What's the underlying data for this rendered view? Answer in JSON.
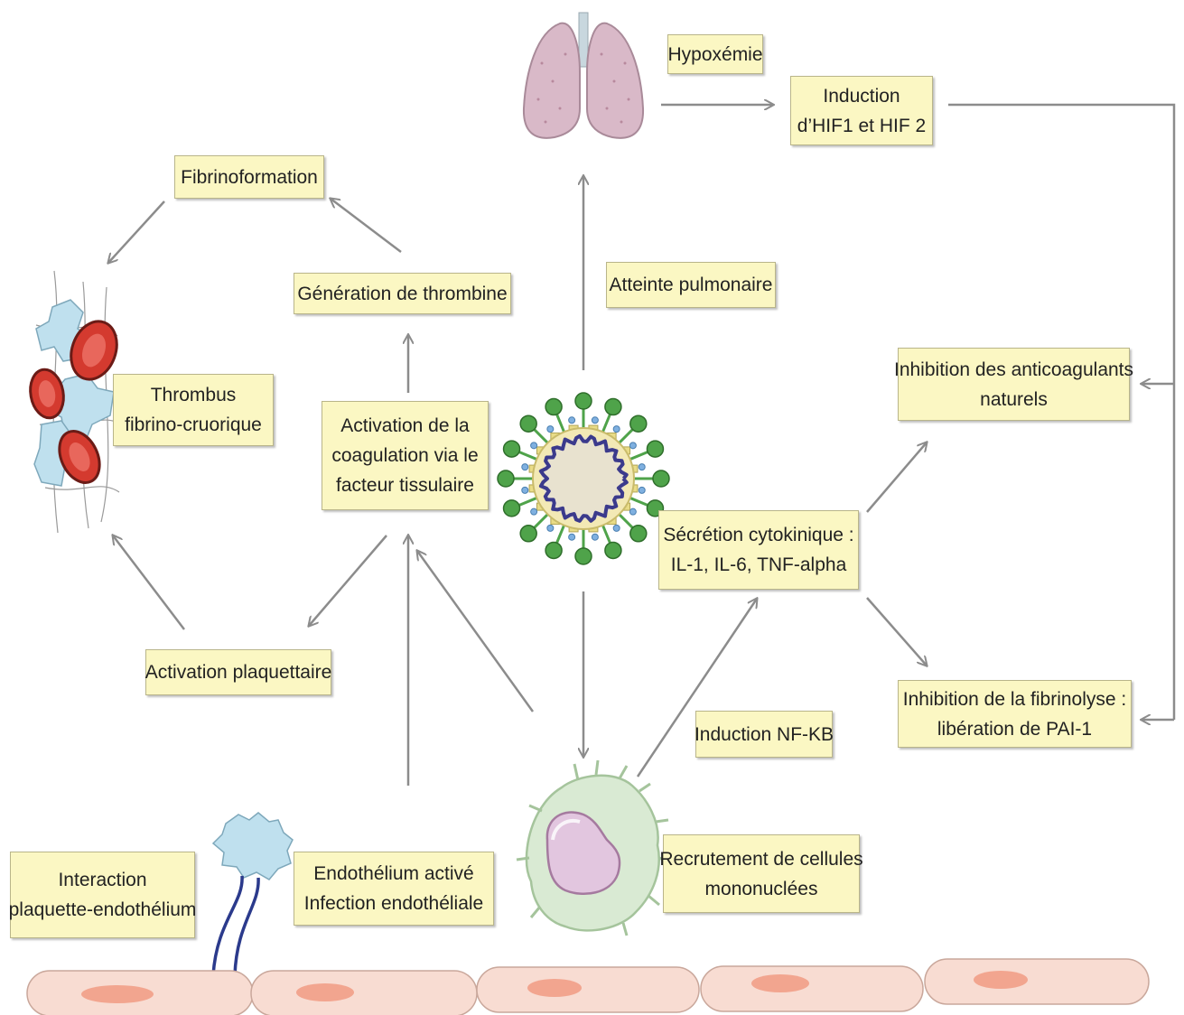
{
  "labels": {
    "hypoxemie": "Hypoxémie",
    "induction_hif": [
      "Induction",
      "d’HIF1 et HIF 2"
    ],
    "fibrinoformation": "Fibrinoformation",
    "generation_thrombine": "Génération de thrombine",
    "atteinte_pulmonaire": "Atteinte pulmonaire",
    "inhibition_anticoagulants": [
      "Inhibition des anticoagulants",
      "naturels"
    ],
    "thrombus": [
      "Thrombus",
      "fibrino-cruorique"
    ],
    "activation_coagulation": [
      "Activation de la",
      "coagulation via le",
      "facteur tissulaire"
    ],
    "secretion_cytokinique": [
      "Sécrétion cytokinique :",
      "IL-1, IL-6, TNF-alpha"
    ],
    "activation_plaquettaire": "Activation plaquettaire",
    "inhibition_fibrinolyse": [
      "Inhibition de la fibrinolyse :",
      "libération de PAI-1"
    ],
    "induction_nfkb": "Induction NF-KB",
    "interaction_plaquette": [
      "Interaction",
      "plaquette-endothélium"
    ],
    "endothelium": [
      "Endothélium  activé",
      "Infection endothéliale"
    ],
    "recrutement": [
      "Recrutement de cellules",
      "mononuclées"
    ]
  },
  "icons": [
    "lungs-icon",
    "coronavirus-icon",
    "thrombus-icon",
    "platelet-icon",
    "mononuclear-cell-icon",
    "endothelial-cells-icon"
  ],
  "colors": {
    "box_fill": "#fbf7c3",
    "arrow": "#8c8c8c",
    "lung": "#d9b9c8",
    "virus_spike": "#4fa34a",
    "red_cell": "#d43a2f",
    "platelet": "#bfe0ee",
    "monocyte": "#d9ead3",
    "endothelium": "#f8dcd2"
  }
}
